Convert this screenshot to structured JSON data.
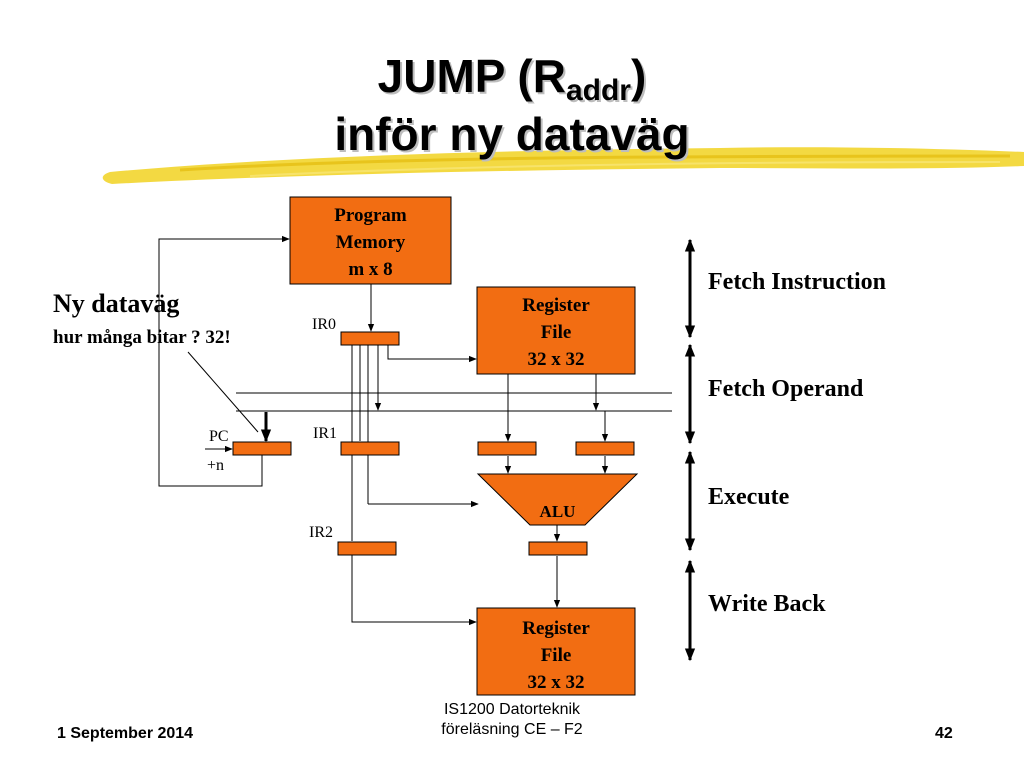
{
  "title": {
    "line1_main": "JUMP (R",
    "line1_sub": "addr",
    "line1_close": ")",
    "line2": "inför ny dataväg"
  },
  "side_note": {
    "heading": "Ny dataväg",
    "subtext": "hur många bitar ? 32!"
  },
  "blocks": {
    "program_memory": [
      "Program",
      "Memory",
      "m x 8"
    ],
    "register_file_top": [
      "Register",
      "File",
      "32 x 32"
    ],
    "register_file_bottom": [
      "Register",
      "File",
      "32 x 32"
    ],
    "alu": "ALU"
  },
  "labels": {
    "ir0": "IR0",
    "ir1": "IR1",
    "ir2": "IR2",
    "pc": "PC",
    "plus_n": "+n"
  },
  "stages": [
    "Fetch Instruction",
    "Fetch Operand",
    "Execute",
    "Write Back"
  ],
  "footer": {
    "date": "1 September 2014",
    "course_line1": "IS1200 Datorteknik",
    "course_line2": "föreläsning CE – F2",
    "page_number": "42"
  },
  "colors": {
    "block_fill": "#f26d12",
    "swoosh": "#f2d52e",
    "line": "#000000"
  }
}
